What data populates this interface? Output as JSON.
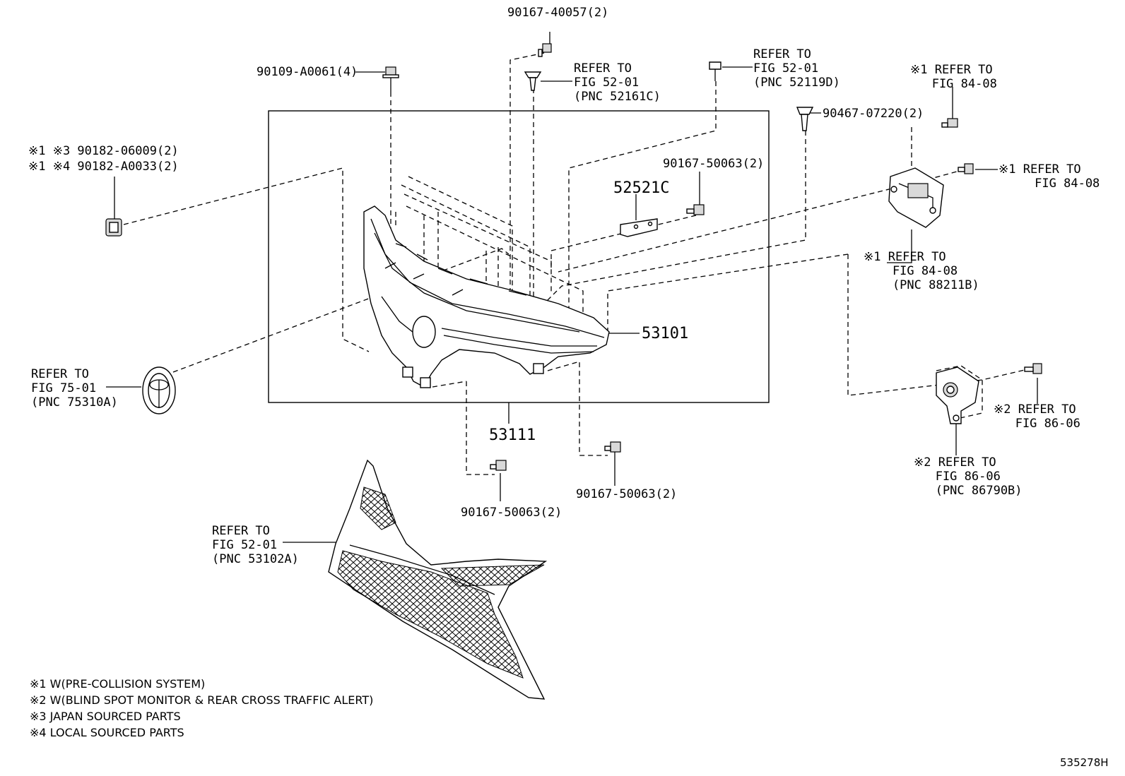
{
  "labels": {
    "p_40057": "90167-40057(2)",
    "p_a0061": "90109-A0061(4)",
    "ref_52161c": "REFER TO\nFIG 52-01\n(PNC 52161C)",
    "ref_52119d": "REFER TO\nFIG 52-01\n(PNC 52119D)",
    "ref_8408_top": "※1 REFER TO\n   FIG 84-08",
    "p_07220": "90467-07220(2)",
    "p_06009": "※1 ※3 90182-06009(2)",
    "p_a0033": "※1 ※4 90182-A0033(2)",
    "p_50063_top": "90167-50063(2)",
    "p_52521c": "52521C",
    "ref_8408_right": "※1 REFER TO\n     FIG 84-08",
    "ref_88211b": "※1 REFER TO\n    FIG 84-08\n    (PNC 88211B)",
    "p_53101": "53101",
    "ref_75310a": "REFER TO\nFIG 75-01\n(PNC 75310A)",
    "p_53111": "53111",
    "ref_8606_right": "※2 REFER TO\n   FIG 86-06",
    "ref_86790b": "※2 REFER TO\n   FIG 86-06\n   (PNC 86790B)",
    "p_50063_bl": "90167-50063(2)",
    "p_50063_br": "90167-50063(2)",
    "ref_53102a": "REFER TO\nFIG 52-01\n(PNC 53102A)"
  },
  "notes": [
    "※1 W(PRE-COLLISION SYSTEM)",
    "※2 W(BLIND SPOT MONITOR & REAR CROSS TRAFFIC ALERT)",
    "※3 JAPAN SOURCED PARTS",
    "※4 LOCAL SOURCED PARTS"
  ],
  "diagram_code": "535278H"
}
